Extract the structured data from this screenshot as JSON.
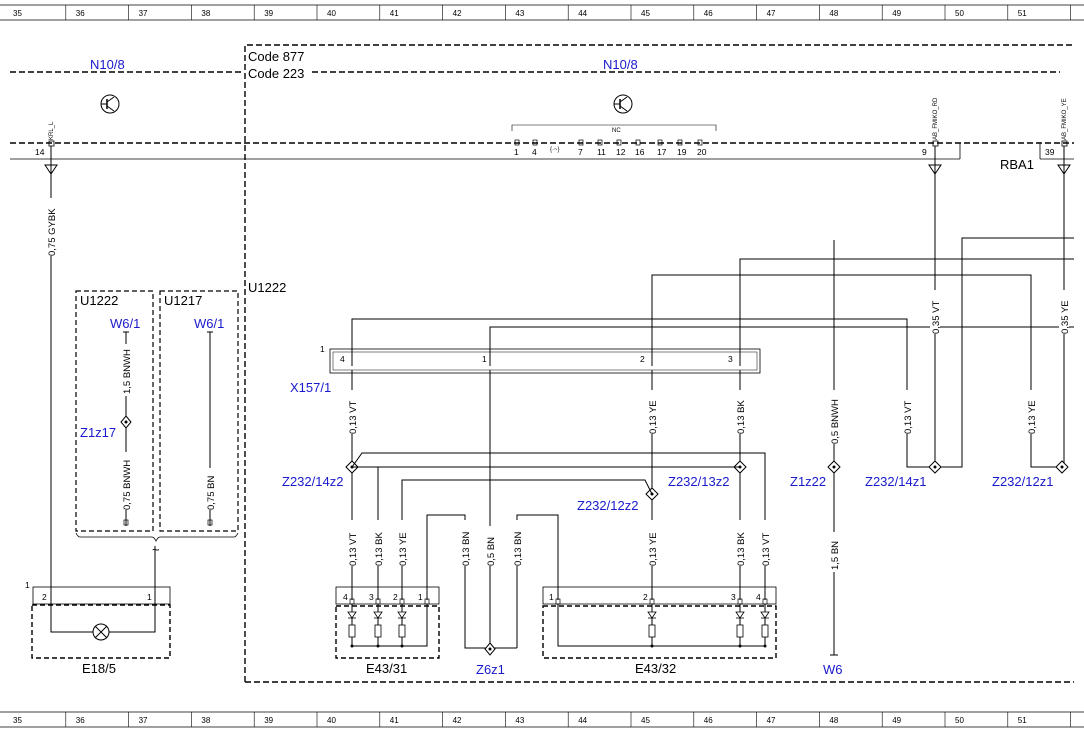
{
  "ruler": {
    "cells": [
      "35",
      "36",
      "37",
      "38",
      "39",
      "40",
      "41",
      "42",
      "43",
      "44",
      "45",
      "46",
      "47",
      "48",
      "49",
      "50",
      "51"
    ]
  },
  "codes": {
    "code1": "Code 877",
    "code2": "Code 223"
  },
  "components": {
    "n10_8_left": "N10/8",
    "n10_8_right": "N10/8",
    "u1222_top": "U1222",
    "u1222_box": "U1222",
    "u1217_box": "U1217",
    "x157_1": "X157/1",
    "rba1": "RBA1",
    "e18_5": "E18/5",
    "e43_31": "E43/31",
    "e43_32": "E43/32",
    "z6z1": "Z6z1",
    "w6": "W6",
    "w6_1_a": "W6/1",
    "w6_1_b": "W6/1",
    "z1z17": "Z1z17",
    "z232_14z2": "Z232/14z2",
    "z232_13z2": "Z232/13z2",
    "z232_12z2": "Z232/12z2",
    "z1z22": "Z1z22",
    "z232_14z1": "Z232/14z1",
    "z232_12z1": "Z232/12z1"
  },
  "pins": {
    "p14": "14",
    "p9": "9",
    "p39": "39",
    "nc": "NC",
    "n10_pins": [
      "1",
      "4",
      "7",
      "11",
      "12",
      "16",
      "17",
      "19",
      "20"
    ],
    "x157": {
      "p4": "4",
      "p1": "1",
      "p2": "2",
      "p3": "3",
      "frame": "1"
    },
    "e18": {
      "p2": "2",
      "p1": "1",
      "frame": "1"
    },
    "e43_31": [
      "4",
      "3",
      "2",
      "1"
    ],
    "e43_32": [
      "1",
      "2",
      "3",
      "4"
    ]
  },
  "signals": {
    "krl": "KRL_L",
    "fmiko_rd": "AB_FMIKO_RD",
    "fmiko_ye": "AB_FMIKO_YE"
  },
  "wires": {
    "gybk": "0,75 GYBK",
    "bnwh15": "1,5 BNWH",
    "bnwh075": "0,75 BNWH",
    "bn075": "0,75 BN",
    "vt013_a": "0,13 VT",
    "ye013_a": "0,13 YE",
    "bk013_a": "0,13 BK",
    "bnwh05": "0,5 BNWH",
    "vt013_b": "0,13 VT",
    "ye013_b": "0,13 YE",
    "vt035": "0,35 VT",
    "ye035": "0,35 YE",
    "vt013_c": "0,13 VT",
    "bk013_c": "0,13 BK",
    "ye013_c": "0,13 YE",
    "bn013_a": "0,13 BN",
    "bn05": "0,5 BN",
    "bn013_b": "0,13 BN",
    "ye013_d": "0,13 YE",
    "bk013_d": "0,13 BK",
    "vt013_d": "0,13 VT",
    "bn15": "1,5 BN"
  },
  "colors": {
    "component_label": "#1a1acc",
    "line": "#000000"
  }
}
